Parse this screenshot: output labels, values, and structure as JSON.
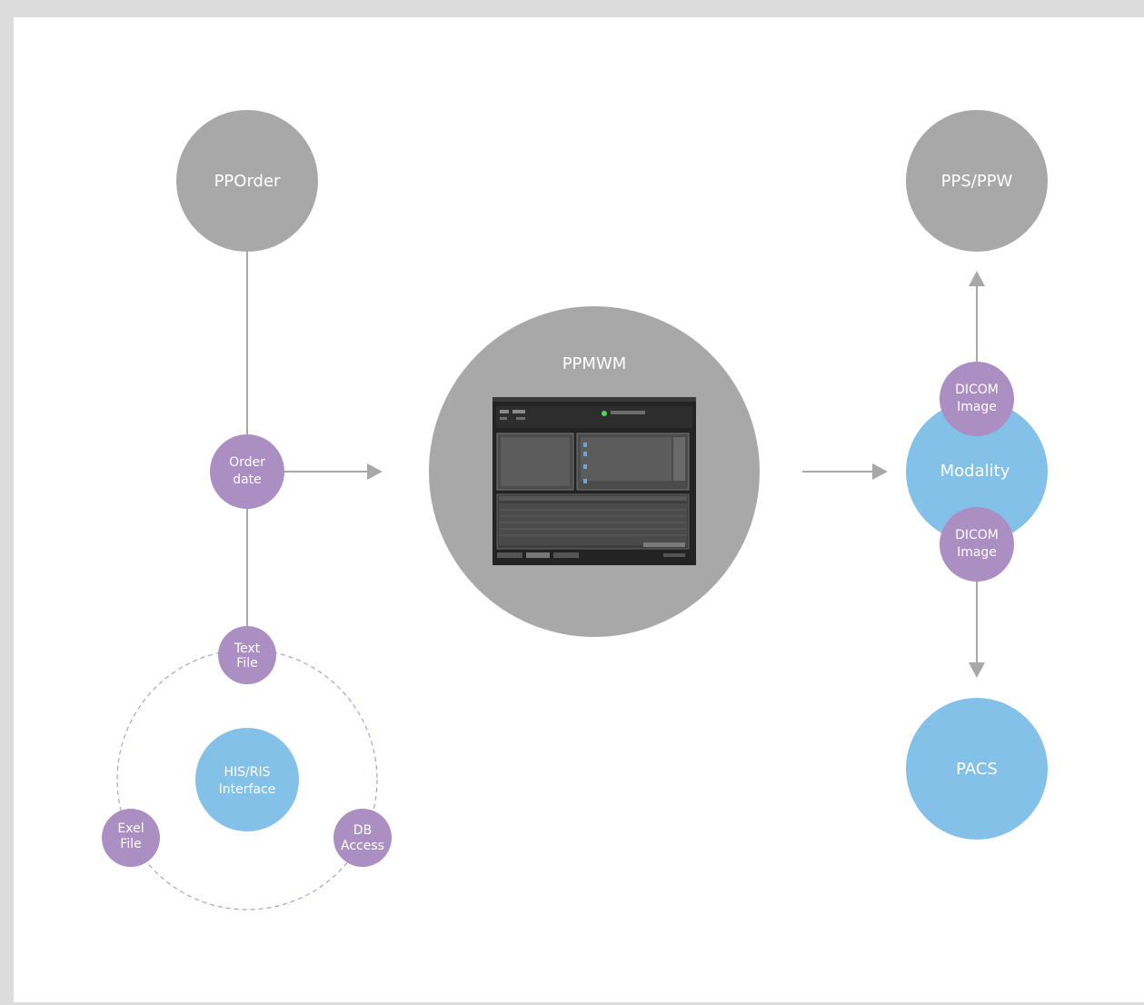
{
  "colors": {
    "gray_node": "#a7a8a7",
    "purple_node": "#ab8fc2",
    "blue_node": "#84c1e8",
    "connector": "#a7a8a7",
    "dashed_ring": "#b39ccf"
  },
  "nodes": {
    "pporder": {
      "label": "PPOrder"
    },
    "order_date": {
      "line1": "Order",
      "line2": "date"
    },
    "text_file": {
      "line1": "Text",
      "line2": "File"
    },
    "his_ris": {
      "line1": "HIS/RIS",
      "line2": "Interface"
    },
    "exel_file": {
      "line1": "Exel",
      "line2": "File"
    },
    "db_access": {
      "line1": "DB",
      "line2": "Access"
    },
    "ppmwm": {
      "label": "PPMWM"
    },
    "pps_ppw": {
      "label": "PPS/PPW"
    },
    "modality": {
      "label": "Modality"
    },
    "dicom_top": {
      "line1": "DICOM",
      "line2": "Image"
    },
    "dicom_bottom": {
      "line1": "DICOM",
      "line2": "Image"
    },
    "pacs": {
      "label": "PACS"
    }
  }
}
